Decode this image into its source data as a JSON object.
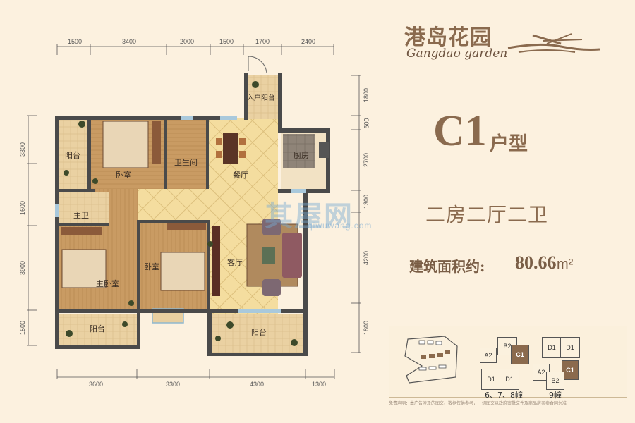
{
  "brand": {
    "name_cn": "港岛花园",
    "name_en": "Gangdao garden",
    "emblem": "wave-bird-logo"
  },
  "unit": {
    "code": "C1",
    "suffix": "户型",
    "layout": "二房二厅二卫",
    "area_label": "建筑面积约:",
    "area_value": "80.66",
    "area_unit": "m²"
  },
  "dimensions": {
    "top": [
      "1500",
      "3400",
      "2000",
      "1500",
      "1700",
      "2400"
    ],
    "bottom": [
      "3600",
      "3300",
      "4300",
      "1300"
    ],
    "left": [
      "3300",
      "1600",
      "3900",
      "1500"
    ],
    "right": [
      "1800",
      "600",
      "2700",
      "1300",
      "4200",
      "1800"
    ]
  },
  "rooms": {
    "entry_balcony": "入户阳台",
    "balcony_nw": "阳台",
    "bedroom_north": "卧室",
    "bathroom": "卫生间",
    "dining": "餐厅",
    "kitchen": "厨房",
    "master_bath": "主卫",
    "master_bedroom": "主卧室",
    "bedroom_south": "卧室",
    "living": "客厅",
    "balcony_sw": "阳台",
    "balcony_se": "阳台"
  },
  "keyplan": {
    "building_group_1": "6、7、8幢",
    "building_group_2": "9幢",
    "units_group_1": [
      "B2",
      "A2",
      "C1",
      "D1",
      "D1"
    ],
    "units_group_2": [
      "D1",
      "D1",
      "A2",
      "C1",
      "B2"
    ],
    "highlight_unit": "C1"
  },
  "watermark": {
    "cn": "其屋网",
    "en": "qiwuwang.com"
  },
  "disclaimer": "免责声明：本广告涉及的图文、数据仅供参考，一切图文以政府审批文件及商品房买卖合同为准",
  "colors": {
    "background": "#fcf1df",
    "brand": "#8a6a4e",
    "wall": "#4a4a4a",
    "wood_floor": "#c89a62",
    "tile_floor": "#f3dc9e",
    "balcony_floor": "#e8cfa0"
  }
}
